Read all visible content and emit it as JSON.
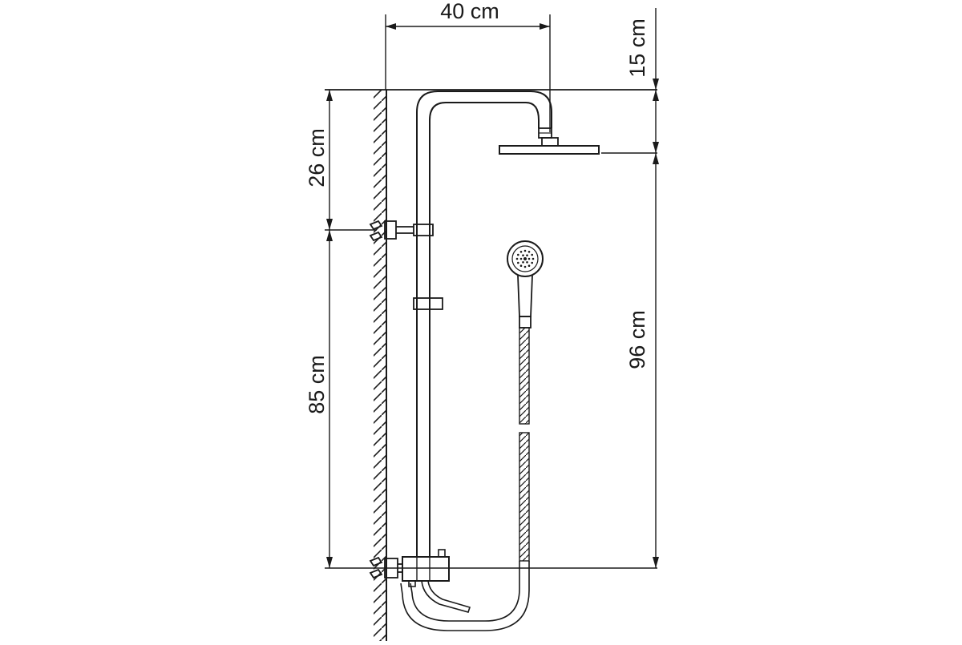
{
  "dimensions": {
    "width_label": "40 cm",
    "top_offset_label": "15 cm",
    "upper_height_label": "26 cm",
    "lower_height_label": "85 cm",
    "head_height_label": "96 cm"
  }
}
